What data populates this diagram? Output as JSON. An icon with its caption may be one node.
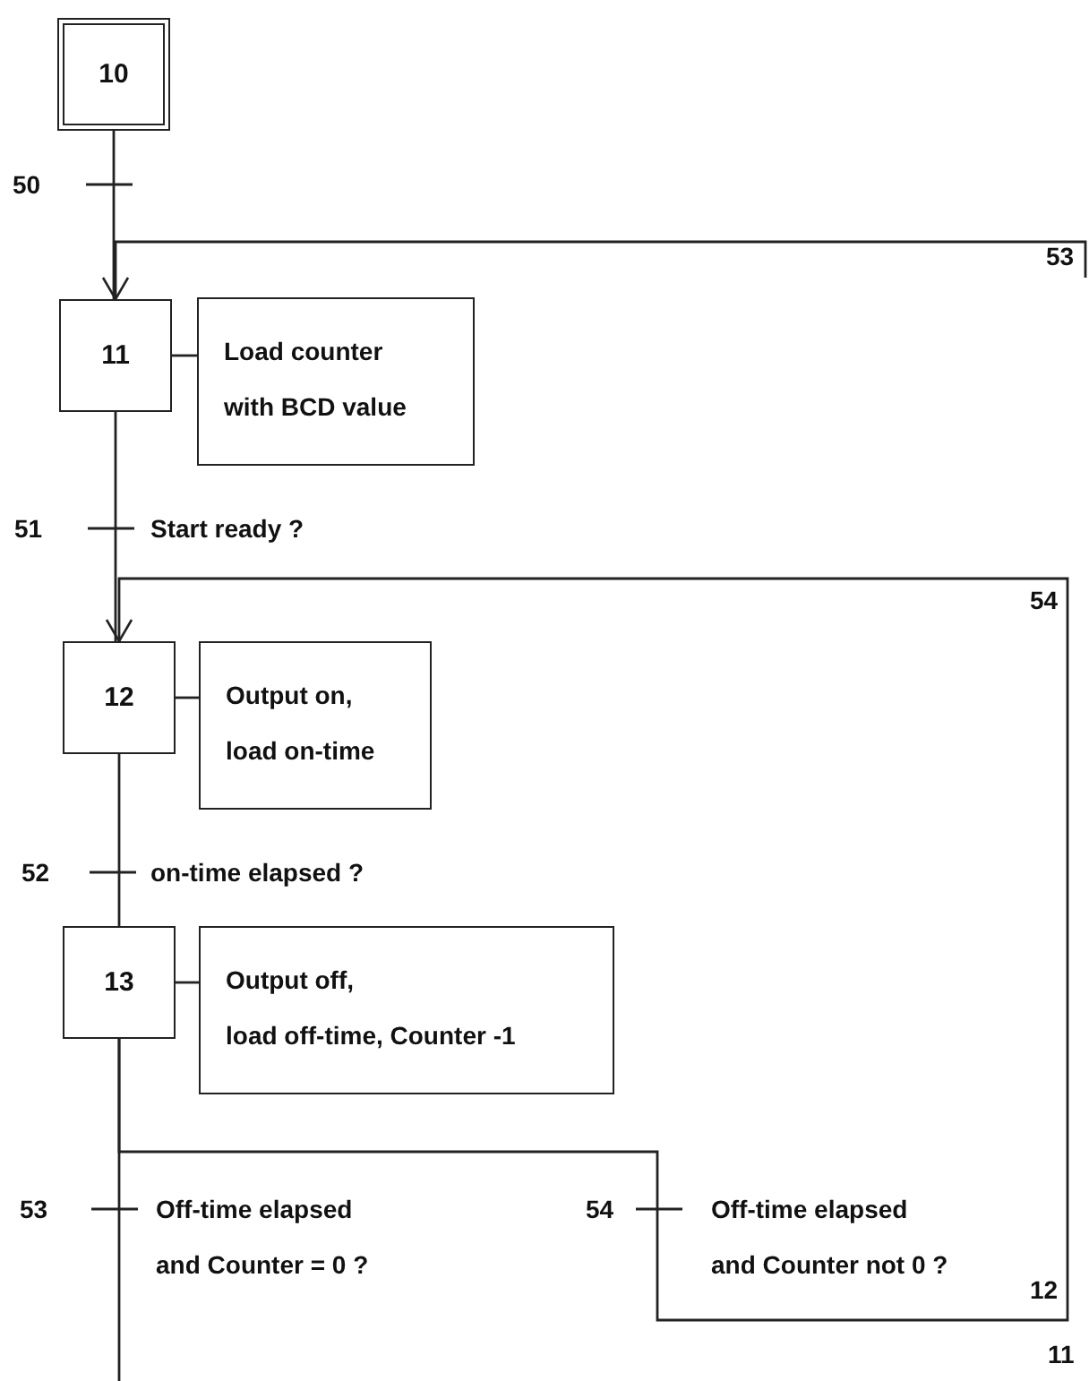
{
  "diagram": {
    "nodes": [
      {
        "text": [
          "10"
        ]
      },
      {
        "text": [
          "11"
        ]
      },
      {
        "text": [
          "Load counter with BCD value"
        ]
      },
      {
        "text": [
          "12"
        ]
      },
      {
        "text": [
          "Output on, load on-time"
        ]
      },
      {
        "text": [
          "13"
        ]
      },
      {
        "text": [
          "Output off,",
          "load off-time, Counter -1"
        ]
      }
    ],
    "edges": [
      {
        "from": 0,
        "to": 1,
        "arrow": "none"
      },
      {
        "from": null,
        "to": 1,
        "arrow": "to"
      },
      {
        "from": 1,
        "to": 2,
        "arrow": "none"
      },
      {
        "from": 1,
        "to": 3,
        "arrow": "none"
      },
      {
        "from": 5,
        "to": 3,
        "arrow": "to"
      },
      {
        "from": 3,
        "to": 4,
        "arrow": "none"
      },
      {
        "from": 3,
        "to": 5,
        "arrow": "none"
      },
      {
        "from": 5,
        "to": 6,
        "arrow": "none"
      },
      {
        "from": 5,
        "to": null,
        "arrow": "none"
      }
    ],
    "labels": [
      "50",
      "53",
      "51",
      "Start ready ?",
      "54",
      "52",
      "on-time elapsed ?",
      "53",
      "Off-time elapsed and Counter = 0 ?",
      "54",
      "Off-time elapsed and Counter not 0 ?",
      "12",
      "11"
    ]
  }
}
